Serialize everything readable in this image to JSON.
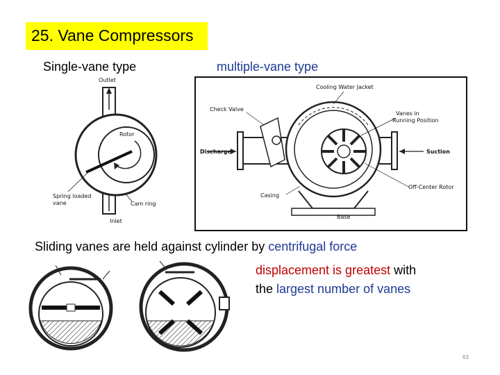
{
  "slide": {
    "title": "25. Vane Compressors",
    "label_single": "Single-vane type",
    "label_multi": "multiple-vane type",
    "statement_plain": "Sliding vanes are held against cylinder by ",
    "statement_highlight": "centrifugal force",
    "note_line1_red": "displacement is greatest",
    "note_line1_plain": " with",
    "note_line2_plain": "the ",
    "note_line2_highlight": "largest number of vanes",
    "page_number": "63"
  },
  "single_diagram": {
    "outlet": "Outlet",
    "rotor": "Rotor",
    "spring_line1": "Spring loaded",
    "spring_line2": "vane",
    "cam_ring": "Cam ring",
    "inlet": "Inlet"
  },
  "multi_diagram": {
    "cooling_jacket": "Cooling Water Jacket",
    "check_valve": "Check Valve",
    "vanes_line1": "Vanes in",
    "vanes_line2": "Running Position",
    "discharge": "Discharge",
    "suction": "Suction",
    "off_center_rotor": "Off-Center Rotor",
    "casing": "Casing",
    "base": "Base"
  },
  "colors": {
    "title_highlight": "#ffff00",
    "blue_text": "#1f3a93",
    "red_text": "#c00000"
  }
}
